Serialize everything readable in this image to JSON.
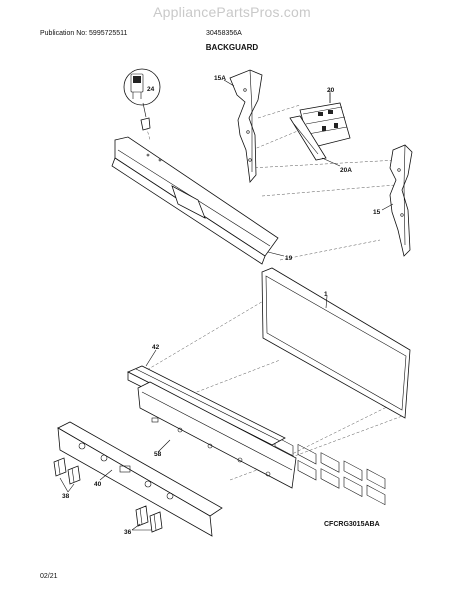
{
  "header": {
    "watermark": "AppliancePartsPros.com",
    "publication": "Publication No: 5995725511",
    "document_number": "30458356A",
    "title": "BACKGUARD"
  },
  "footer": {
    "drawing_code": "CFCRG3015ABA",
    "date": "02/21"
  },
  "callouts": {
    "c24": "24",
    "c15a": "15A",
    "c20": "20",
    "c20a": "20A",
    "c15": "15",
    "c19": "19",
    "c1": "1",
    "c42": "42",
    "c58": "58",
    "c40": "40",
    "c38": "38",
    "c36": "36"
  }
}
